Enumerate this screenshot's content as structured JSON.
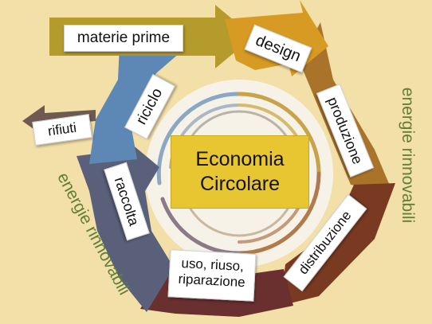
{
  "center": {
    "line1": "Economia",
    "line2": "Circolare"
  },
  "stages": {
    "materie_prime": "materie prime",
    "design": "design",
    "produzione": "produzione",
    "distribuzione": "distribuzione",
    "uso_line1": "uso, riuso,",
    "uso_line2": "riparazione",
    "raccolta": "raccolta",
    "riciclo": "riciclo",
    "rifiuti": "rifiuti"
  },
  "energy_labels": {
    "right": "energie rinnovabili",
    "left": "energie rinnovabili"
  },
  "colors": {
    "background": "#f3e0a8",
    "materie_arrow": "#b59a2c",
    "design_arrow": "#d79a22",
    "produzione_arrow": "#a9742a",
    "distribuzione_arrow": "#7a3a22",
    "uso_arrow": "#6a3030",
    "raccolta_arrow": "#5a607a",
    "riciclo_arrow": "#5d88b5",
    "energy_text": "#5f7f3a"
  }
}
